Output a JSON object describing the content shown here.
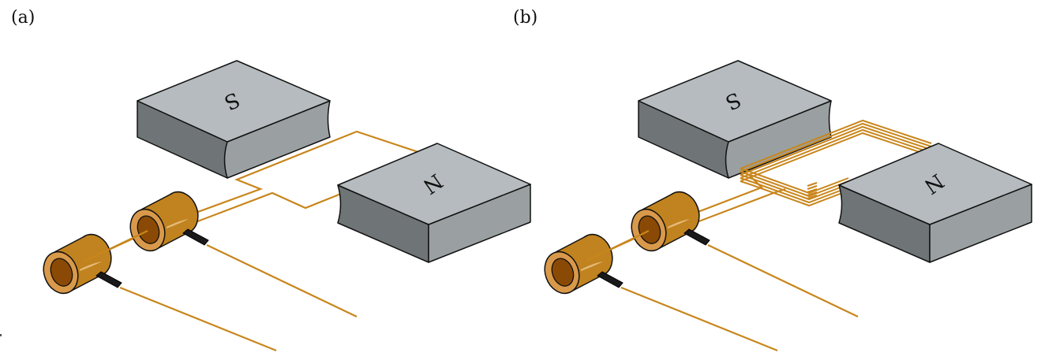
{
  "figure": {
    "panels": [
      {
        "id": "a",
        "label": "(a)",
        "magnets": [
          {
            "pole": "S"
          },
          {
            "pole": "N"
          }
        ],
        "loop": {
          "turns": 1
        },
        "slip_rings": 2,
        "brush_leads": 2
      },
      {
        "id": "b",
        "label": "(b)",
        "magnets": [
          {
            "pole": "S"
          },
          {
            "pole": "N"
          }
        ],
        "loop": {
          "turns": 5
        },
        "slip_rings": 2,
        "brush_leads": 2
      }
    ],
    "colors": {
      "magnet_top": "#b5bbbe",
      "magnet_side_dark": "#6f7577",
      "magnet_side_light": "#9aa0a1",
      "wire": "#c8861c",
      "ring_body": "#c1831f",
      "ring_face": "#d9994a",
      "ring_bore": "#8a4a05",
      "brush": "#1a1a1a",
      "outline": "#111111"
    }
  }
}
